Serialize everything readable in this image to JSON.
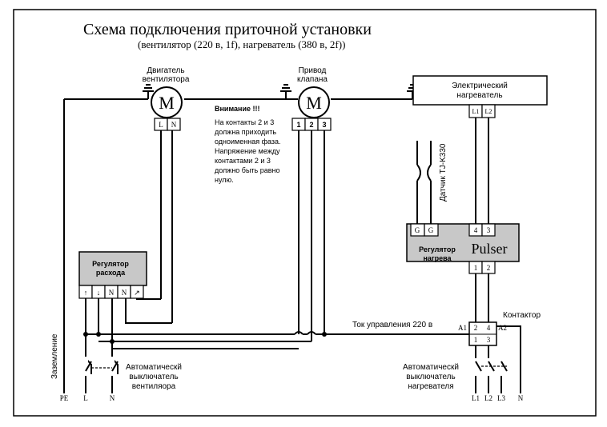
{
  "title": "Схема подключения приточной установки",
  "subtitle": "(вентилятор (220 в, 1f), нагреватель (380 в, 2f))",
  "fan_motor": {
    "label_line1": "Двигатель",
    "label_line2": "вентилятора",
    "symbol": "M",
    "terminals": [
      "L",
      "N"
    ]
  },
  "valve_drive": {
    "label_line1": "Привод",
    "label_line2": "клапана",
    "symbol": "M",
    "terminals": [
      "1",
      "2",
      "3"
    ]
  },
  "warning": {
    "title": "Внимание !!!",
    "lines": [
      "На контакты 2 и 3",
      "должна приходить",
      "одноименная фаза.",
      "Напряжение между",
      "контактами 2 и 3",
      "должно быть равно",
      "нулю."
    ]
  },
  "heater": {
    "label_line1": "Электрический",
    "label_line2": "нагреватель",
    "terminals": [
      "L1",
      "L2"
    ]
  },
  "sensor": {
    "label": "Датчик TJ-K330"
  },
  "pulser": {
    "brand": "Pulser",
    "label_line1": "Регулятор",
    "label_line2": "нагрева",
    "top_left_terminals": [
      "G",
      "G"
    ],
    "top_right_terminals": [
      "4",
      "3"
    ],
    "bottom_terminals": [
      "1",
      "2"
    ]
  },
  "flow_regulator": {
    "label_line1": "Регулятор",
    "label_line2": "расхода",
    "terminals": [
      "↑",
      "↓",
      "N",
      "N",
      "↗"
    ]
  },
  "control_current": {
    "label": "Ток управления 220 в"
  },
  "contactor": {
    "label": "Контактор",
    "a1": "A1",
    "a2": "A2",
    "top": [
      "2",
      "4"
    ],
    "bottom": [
      "1",
      "3"
    ]
  },
  "grounding": {
    "label": "Заземление"
  },
  "fan_breaker": {
    "label_line1": "Автоматическй",
    "label_line2": "выключатель",
    "label_line3": "вентиляора",
    "pe": "PE",
    "l": "L",
    "n": "N"
  },
  "heater_breaker": {
    "label_line1": "Автоматическй",
    "label_line2": "выключатель",
    "label_line3": "нагревателя",
    "l1": "L1",
    "l2": "L2",
    "l3": "L3",
    "n": "N"
  }
}
